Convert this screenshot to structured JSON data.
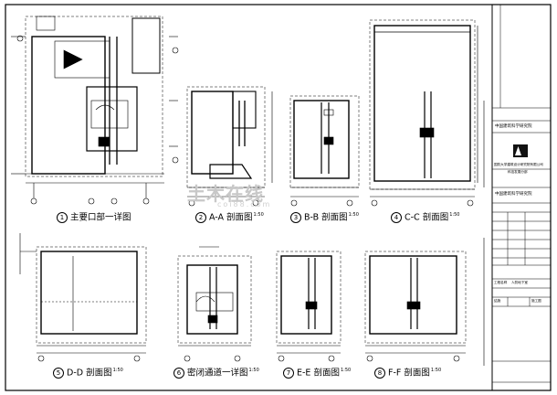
{
  "watermark": {
    "name": "土木在线",
    "url": "coi88.com"
  },
  "views": [
    {
      "num": "1",
      "title": "主要口部一详图",
      "scale": ""
    },
    {
      "num": "2",
      "title": "A-A 剖面图",
      "scale": "1:50"
    },
    {
      "num": "3",
      "title": "B-B 剖面图",
      "scale": "1:50"
    },
    {
      "num": "4",
      "title": "C-C 剖面图",
      "scale": "1:50"
    },
    {
      "num": "5",
      "title": "D-D 剖面图",
      "scale": "1:50"
    },
    {
      "num": "6",
      "title": "密闭通道一详图",
      "scale": "1:50"
    },
    {
      "num": "7",
      "title": "E-E 剖面图",
      "scale": "1:50"
    },
    {
      "num": "8",
      "title": "F-F 剖面图",
      "scale": "1:50"
    }
  ],
  "title_block": {
    "design_institute": "中国建筑科学研究院",
    "institute_repeat": "中国建筑科学研究院",
    "partner": "国防大学建筑设计研究院有限公司",
    "partner_sub": "科技发展分部",
    "project_label": "工程名称",
    "project_value": "人防地下室",
    "drawing_sheet": "结施",
    "sheet_no": "施工图"
  }
}
